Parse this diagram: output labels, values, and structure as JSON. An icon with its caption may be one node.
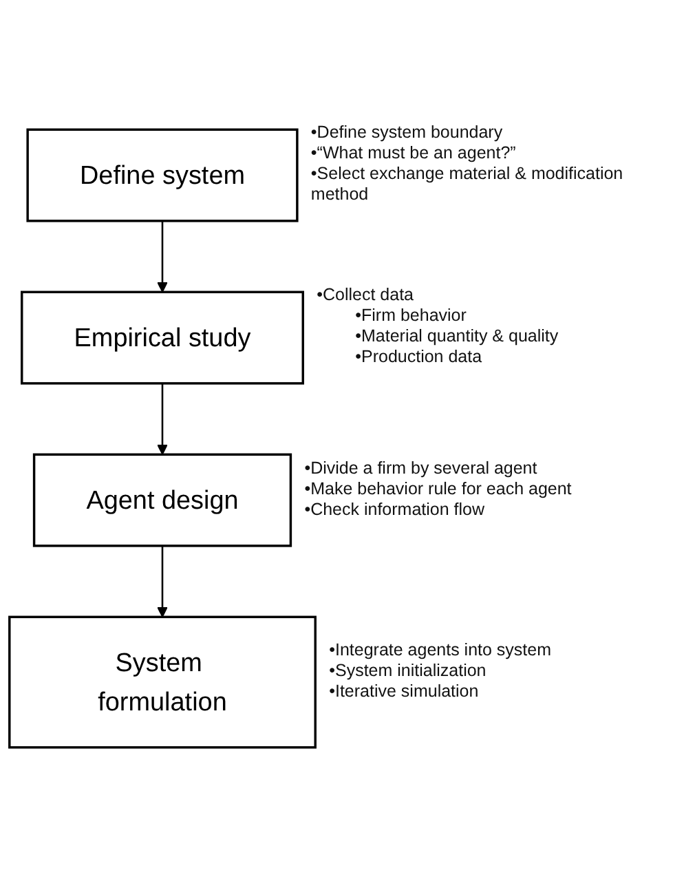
{
  "diagram": {
    "nodes": [
      {
        "text": [
          "Define system"
        ],
        "beside": [
          "•Define system boundary",
          "•“What must be an agent?”",
          "•Select exchange material & modification method"
        ]
      },
      {
        "text": [
          "Empirical study"
        ],
        "beside": [
          "•Collect data",
          "•Firm behavior",
          "•Material quantity & quality",
          "•Production data"
        ]
      },
      {
        "text": [
          "Agent design"
        ],
        "beside": [
          "•Divide a firm by several agent",
          "•Make behavior rule for each agent",
          "•Check information flow"
        ]
      },
      {
        "text": [
          "System formulation"
        ],
        "beside": [
          "•Integrate agents into system",
          "•System initialization",
          "•Iterative simulation"
        ]
      }
    ],
    "edges": [
      {
        "from": 0,
        "to": 1,
        "arrow": "to"
      },
      {
        "from": 1,
        "to": 2,
        "arrow": "to"
      },
      {
        "from": 2,
        "to": 3,
        "arrow": "to"
      }
    ]
  }
}
